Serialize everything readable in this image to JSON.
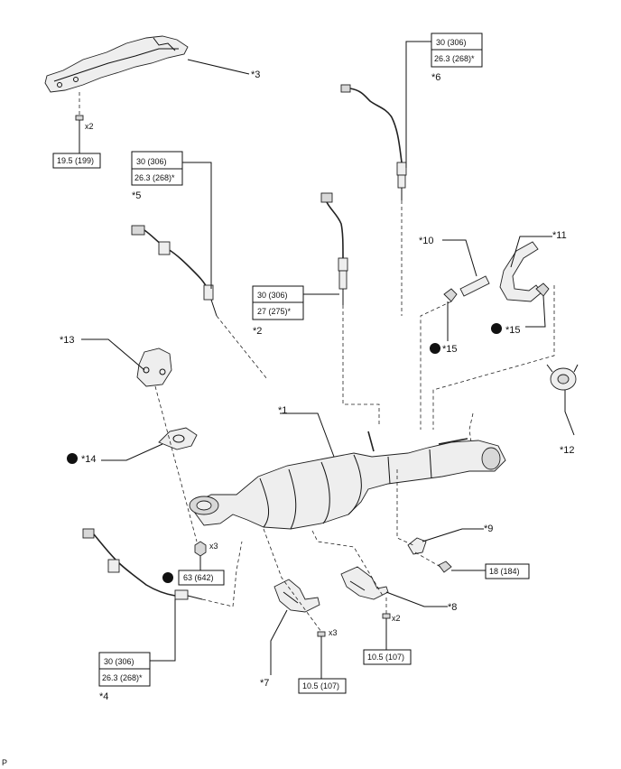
{
  "parts": [
    {
      "id": "1",
      "label": "*1"
    },
    {
      "id": "2",
      "label": "*2"
    },
    {
      "id": "3",
      "label": "*3"
    },
    {
      "id": "4",
      "label": "*4"
    },
    {
      "id": "5",
      "label": "*5"
    },
    {
      "id": "6",
      "label": "*6"
    },
    {
      "id": "7",
      "label": "*7"
    },
    {
      "id": "8",
      "label": "*8"
    },
    {
      "id": "9",
      "label": "*9"
    },
    {
      "id": "10",
      "label": "*10"
    },
    {
      "id": "11",
      "label": "*11"
    },
    {
      "id": "12",
      "label": "*12"
    },
    {
      "id": "13",
      "label": "*13"
    },
    {
      "id": "14",
      "label": "*14"
    },
    {
      "id": "15a",
      "label": "*15"
    },
    {
      "id": "15b",
      "label": "*15"
    }
  ],
  "torque_specs": {
    "sensor6": {
      "line1": "30 (306)",
      "line2": "26.3 (268)*"
    },
    "sensor5": {
      "line1": "30 (306)",
      "line2": "26.3 (268)*"
    },
    "sensor2": {
      "line1": "30 (306)",
      "line2": "27 (275)*"
    },
    "sensor4": {
      "line1": "30 (306)",
      "line2": "26.3 (268)*"
    },
    "bracket3": "19.5 (199)",
    "nut_flange": "63 (642)",
    "bolt_9": "18 (184)",
    "bolt_7": "10.5 (107)",
    "bolt_8": "10.5 (107)"
  },
  "quantities": {
    "bracket3": "x2",
    "nut_flange": "x3",
    "bolt_7": "x3",
    "bolt_8": "x2"
  },
  "corner_mark": "P"
}
